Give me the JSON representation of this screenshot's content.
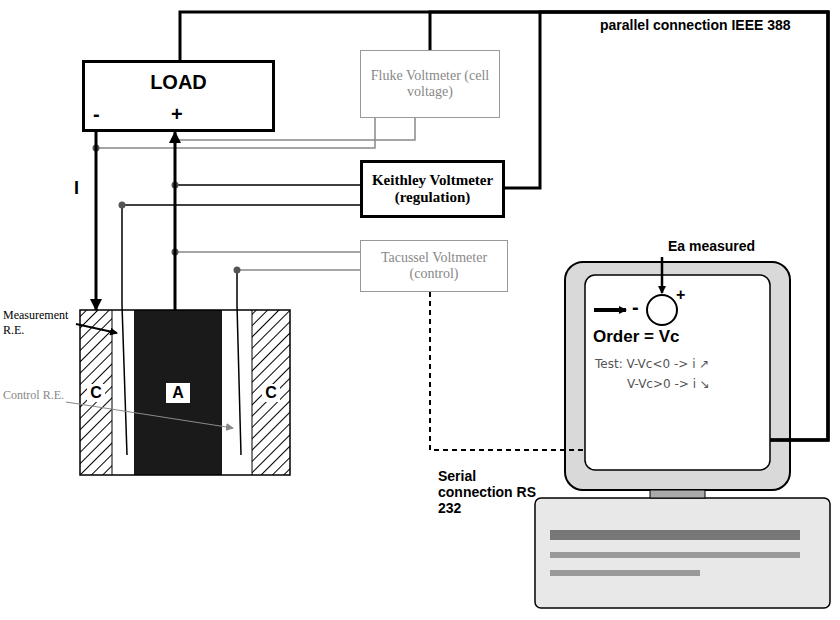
{
  "diagram": {
    "nodes": [
      {
        "text": [
          "LOAD",
          "-",
          "+"
        ]
      },
      {
        "text": [
          "Fluke Voltmeter (cell voltage)"
        ]
      },
      {
        "text": [
          "Keithley Voltmeter (regulation)"
        ]
      },
      {
        "text": [
          "Tacussel Voltmeter (control)"
        ]
      },
      {
        "text": [
          "C"
        ]
      },
      {
        "text": [
          "A"
        ]
      },
      {
        "text": [
          "C"
        ]
      },
      {
        "text": [
          "Order = Vc",
          "Test: V-Vc<0 -> i ↗",
          "V-Vc>0 -> i ↘"
        ]
      }
    ],
    "edges": [
      {
        "from": 0,
        "to": 4,
        "label": "I",
        "arrow": "to"
      },
      {
        "from": 5,
        "to": 0,
        "arrow": "to"
      },
      {
        "from": 0,
        "to": 7,
        "arrow": "none"
      },
      {
        "from": 1,
        "to": 7,
        "arrow": "none"
      },
      {
        "from": 2,
        "to": 7,
        "arrow": "none"
      },
      {
        "from": 3,
        "to": 7,
        "arrow": "none"
      }
    ],
    "labels": [
      "parallel connection IEEE 388",
      "Ea measured",
      "+",
      "-",
      "Measurement R.E.",
      "Control R.E.",
      "Serial connection RS 232"
    ]
  }
}
